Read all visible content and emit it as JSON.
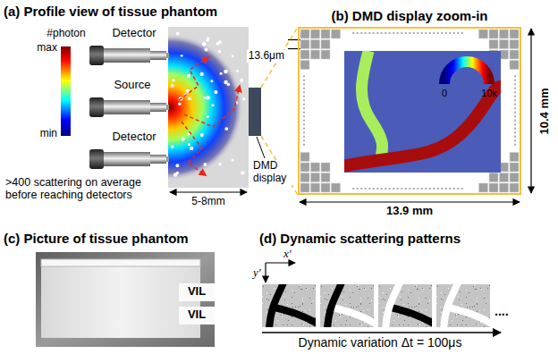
{
  "diagram": {
    "nodes": [
      {
        "text": [
          "(b) DMD display zoom-in"
        ]
      }
    ],
    "labels": [
      "(a) Profile view of tissue phantom",
      "#photon",
      "max",
      "min",
      "Detector",
      "Source",
      "Detector",
      "DMD display",
      ">400 scattering on average before reaching detectors",
      "5-8mm",
      "13.6μm",
      "0",
      "10k",
      "10.4 mm",
      "13.9 mm",
      "(c) Picture of tissue phantom",
      "VIL",
      "VIL",
      "(d) Dynamic scattering patterns",
      "x'",
      "y'",
      "Dynamic variation Δt = 100μs",
      "...."
    ]
  }
}
